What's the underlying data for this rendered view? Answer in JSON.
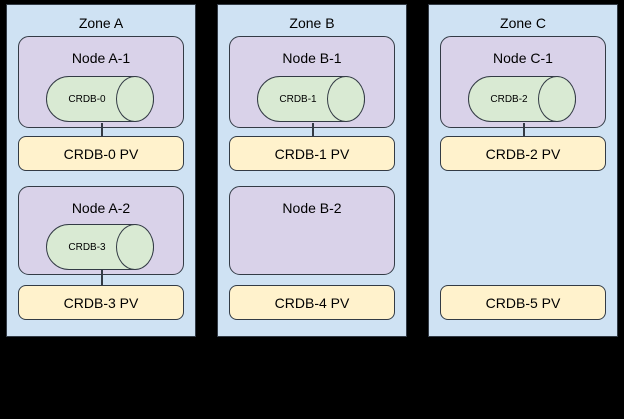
{
  "diagram": {
    "background": "#000000",
    "zone_fill": "#cfe2f3",
    "node_fill": "#d9d2e9",
    "pod_fill": "#d9ead3",
    "pv_fill": "#fff2cc",
    "stroke": "#333b45"
  },
  "zones": [
    {
      "title": "Zone A",
      "nodes": [
        {
          "title": "Node A-1",
          "pod": "CRDB-0"
        },
        {
          "title": "Node A-2",
          "pod": "CRDB-3"
        }
      ],
      "pvs": [
        {
          "label": "CRDB-0 PV",
          "connected_to_pod": "CRDB-0"
        },
        {
          "label": "CRDB-3 PV",
          "connected_to_pod": "CRDB-3"
        }
      ]
    },
    {
      "title": "Zone B",
      "nodes": [
        {
          "title": "Node B-1",
          "pod": "CRDB-1"
        },
        {
          "title": "Node B-2",
          "pod": null
        }
      ],
      "pvs": [
        {
          "label": "CRDB-1 PV",
          "connected_to_pod": "CRDB-1"
        },
        {
          "label": "CRDB-4 PV",
          "connected_to_pod": null
        }
      ]
    },
    {
      "title": "Zone C",
      "nodes": [
        {
          "title": "Node C-1",
          "pod": "CRDB-2"
        }
      ],
      "pvs": [
        {
          "label": "CRDB-2 PV",
          "connected_to_pod": "CRDB-2"
        },
        {
          "label": "CRDB-5 PV",
          "connected_to_pod": null
        }
      ]
    }
  ]
}
